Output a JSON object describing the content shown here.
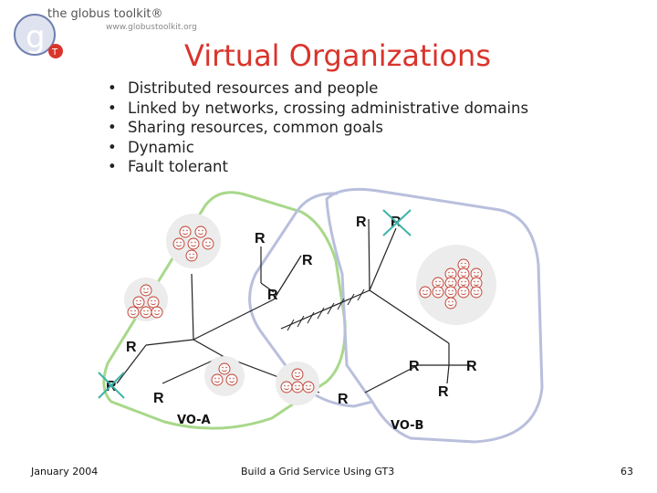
{
  "header": {
    "brand": "the globus toolkit®",
    "brand_url": "www.globustoolkit.org",
    "logo_letter": "g",
    "logo_badge": "T"
  },
  "title": "Virtual Organizations",
  "bullets": [
    "Distributed resources and people",
    "Linked by networks, crossing administrative domains",
    "Sharing resources, common goals",
    "Dynamic",
    "Fault tolerant"
  ],
  "diagram": {
    "resource_label": "R",
    "vo_a_label": "VO-A",
    "vo_b_label": "VO-B",
    "colors": {
      "vo_a": "#a8d88a",
      "vo_b": "#b9bfdc",
      "failed_mark": "#3cb3a8",
      "people_bg": "#ececec"
    }
  },
  "footer": {
    "date": "January 2004",
    "center": "Build a Grid Service Using GT3",
    "page": "63"
  }
}
